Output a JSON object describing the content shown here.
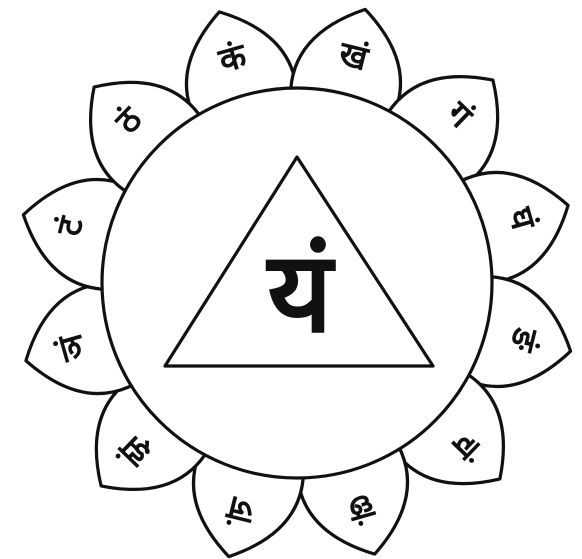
{
  "petals": [
    {
      "syllable": "कं"
    },
    {
      "syllable": "खं"
    },
    {
      "syllable": "गं"
    },
    {
      "syllable": "घं"
    },
    {
      "syllable": "ङं"
    },
    {
      "syllable": "चं"
    },
    {
      "syllable": "छं"
    },
    {
      "syllable": "जं"
    },
    {
      "syllable": "झं"
    },
    {
      "syllable": "ञं"
    },
    {
      "syllable": "टं"
    },
    {
      "syllable": "ठं"
    }
  ],
  "center": {
    "seed_syllable": "यं"
  },
  "colors": {
    "ink": "#111111",
    "paper": "#ffffff"
  }
}
